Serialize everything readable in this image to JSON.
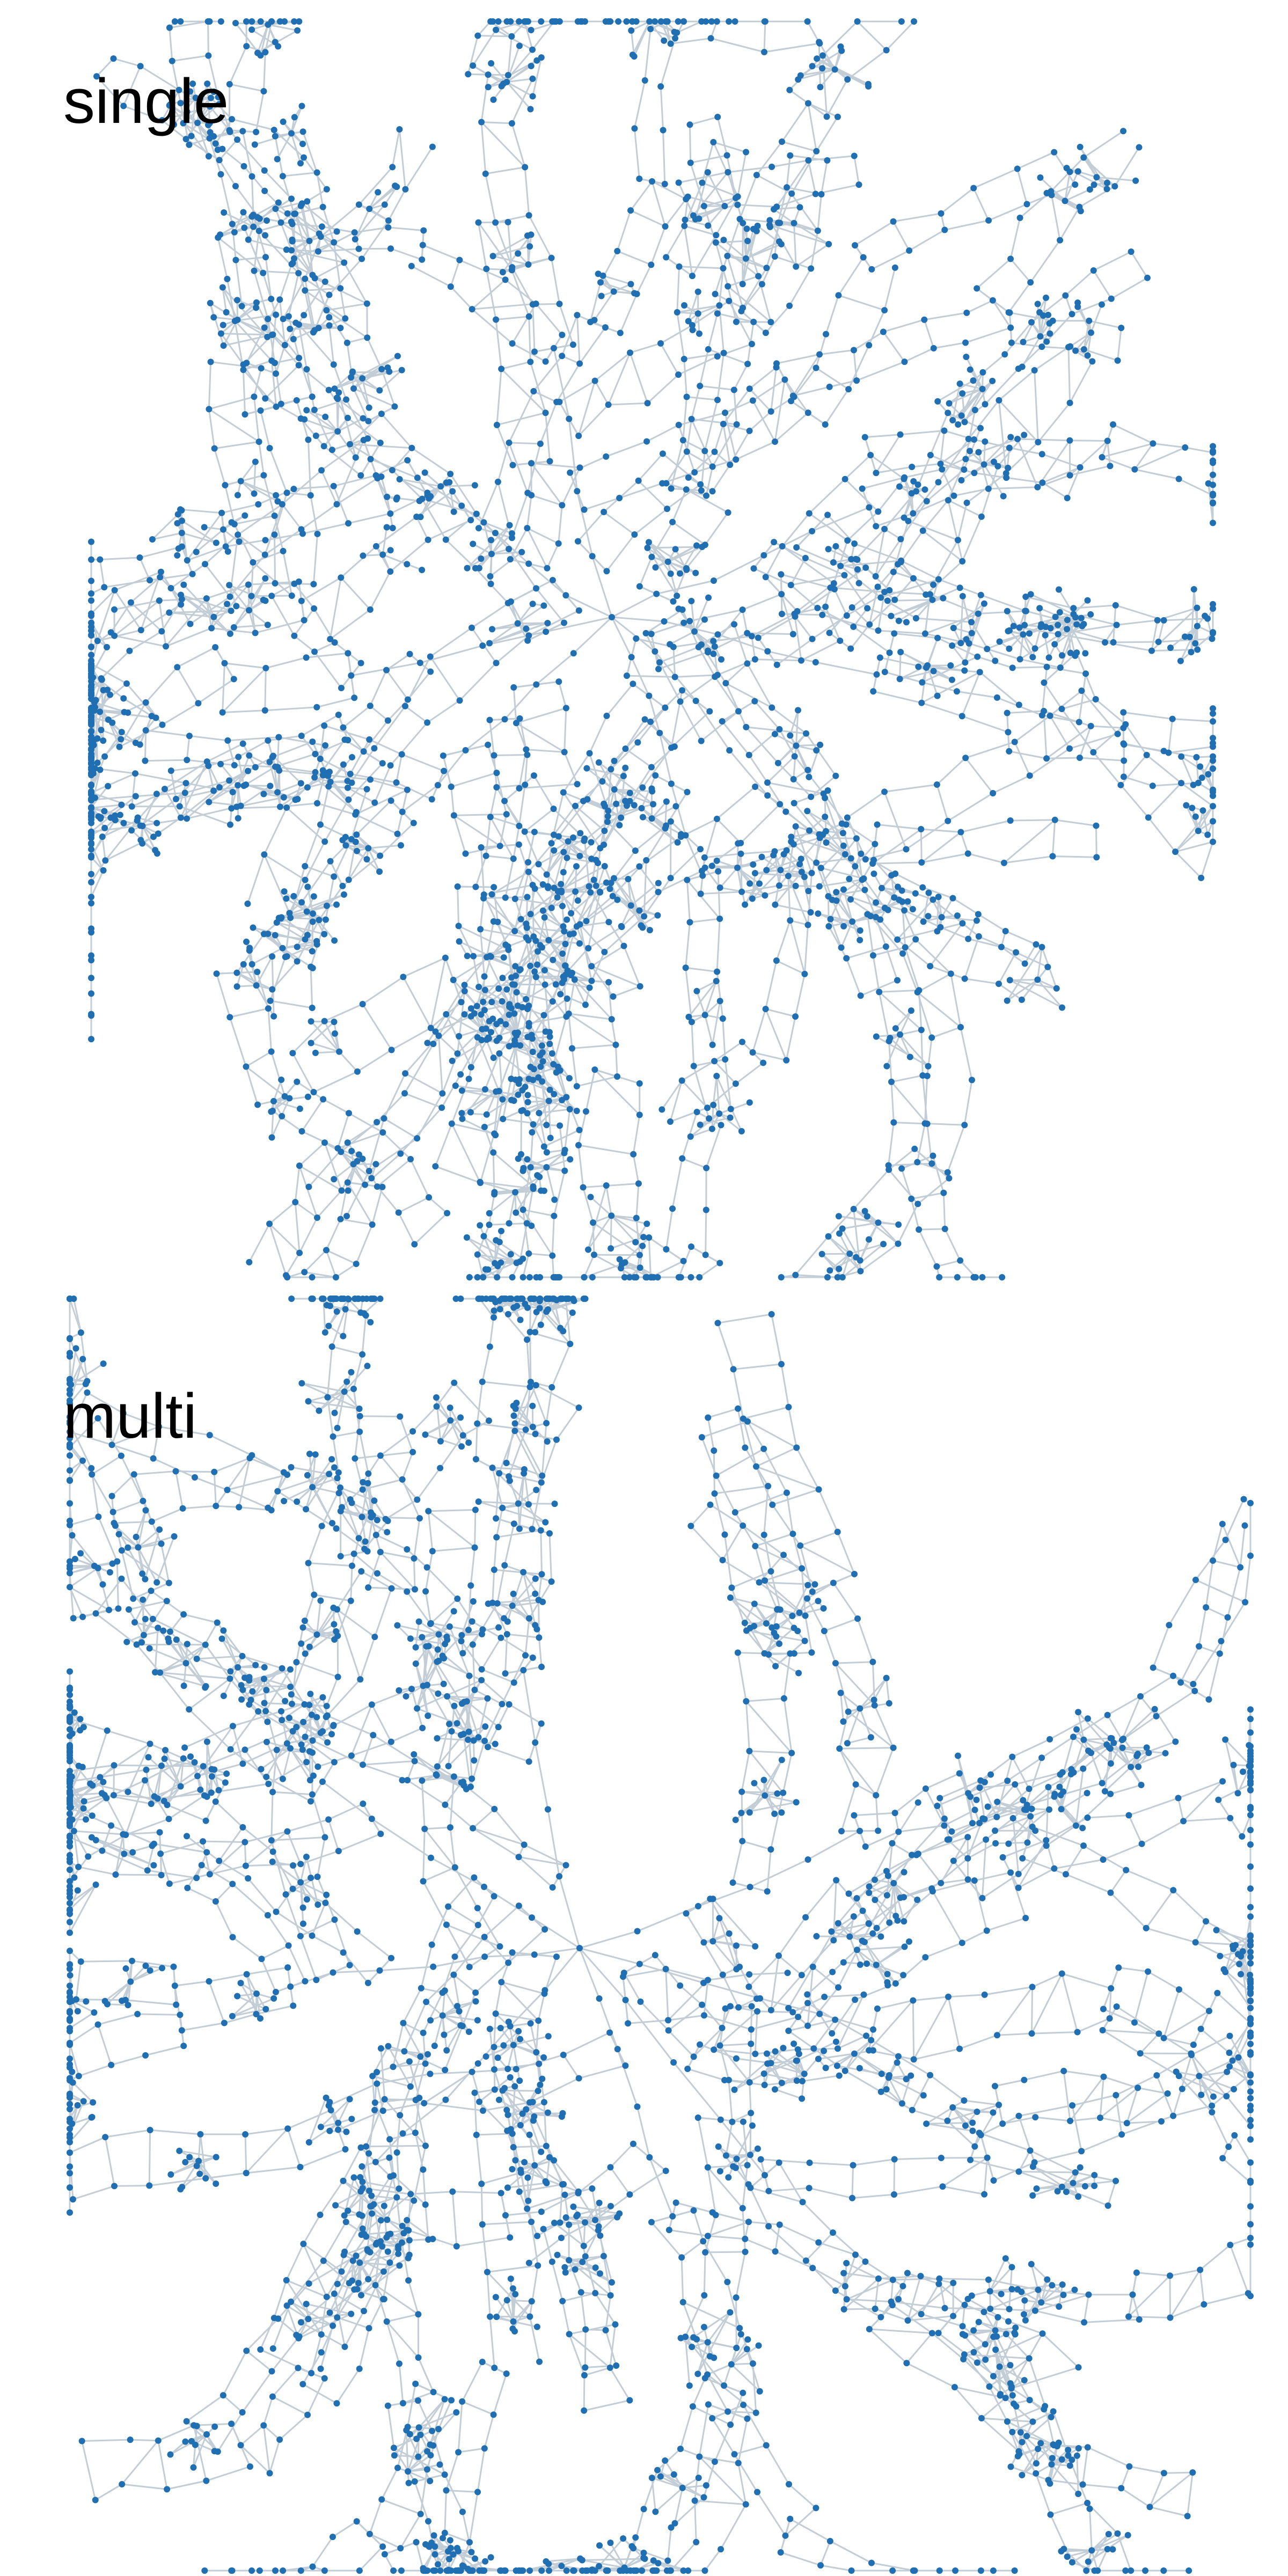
{
  "panels": [
    {
      "id": "single",
      "title": "single",
      "seed": 7
    },
    {
      "id": "multi",
      "title": "multi",
      "seed": 23
    }
  ],
  "colors": {
    "node": "#1f6fb2",
    "edge": "#c3cdd6",
    "background": "#ffffff"
  }
}
